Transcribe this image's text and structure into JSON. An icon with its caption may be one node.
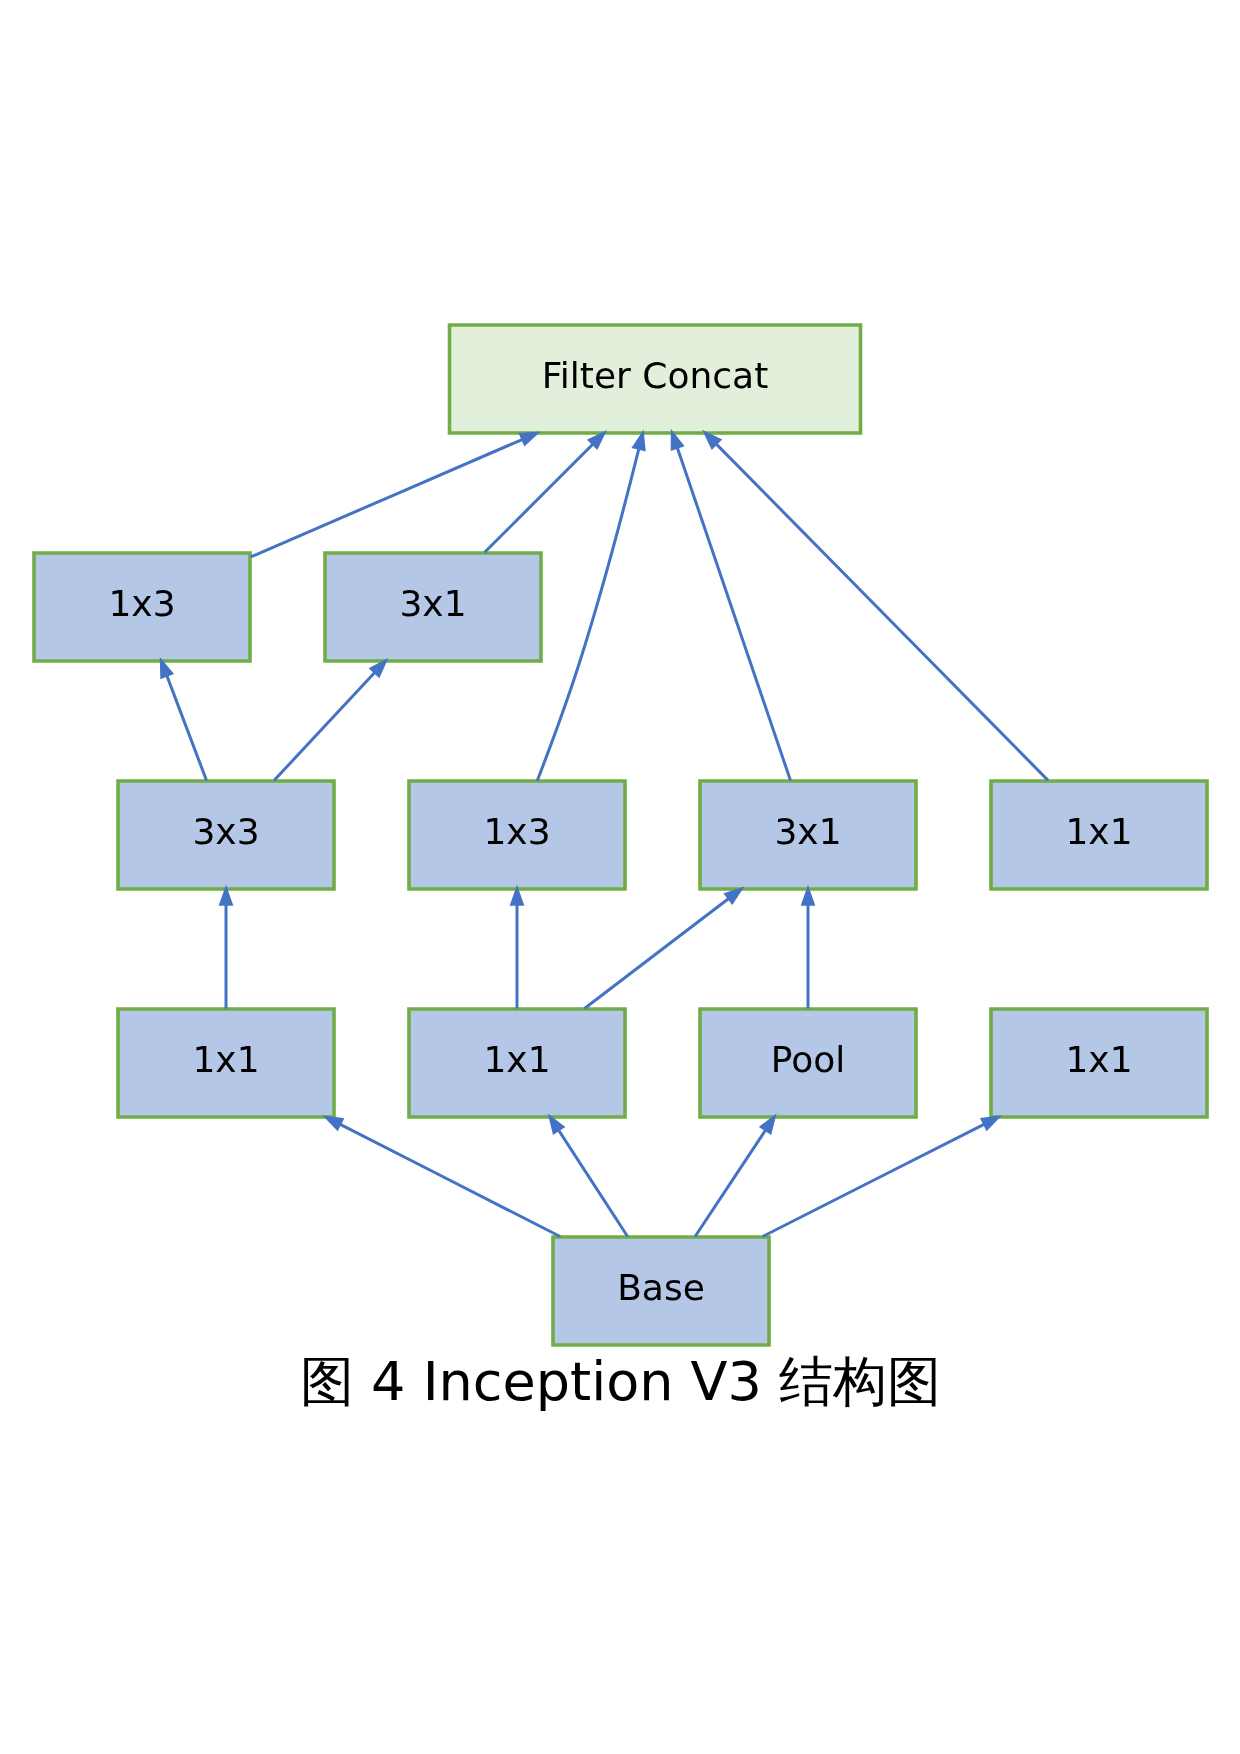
{
  "diagram": {
    "caption": "图 4 Inception V3 结构图",
    "nodes": [
      {
        "text": [
          "Filter Concat"
        ]
      },
      {
        "text": [
          "1x3"
        ]
      },
      {
        "text": [
          "3x1"
        ]
      },
      {
        "text": [
          "3x3"
        ]
      },
      {
        "text": [
          "1x3"
        ]
      },
      {
        "text": [
          "3x1"
        ]
      },
      {
        "text": [
          "1x1"
        ]
      },
      {
        "text": [
          "1x1"
        ]
      },
      {
        "text": [
          "1x1"
        ]
      },
      {
        "text": [
          "Pool"
        ]
      },
      {
        "text": [
          "1x1"
        ]
      },
      {
        "text": [
          "Base"
        ]
      }
    ],
    "edges": [
      {
        "from": 11,
        "to": 7,
        "arrow": "to"
      },
      {
        "from": 11,
        "to": 8,
        "arrow": "to"
      },
      {
        "from": 11,
        "to": 9,
        "arrow": "to"
      },
      {
        "from": 11,
        "to": 10,
        "arrow": "to"
      },
      {
        "from": 7,
        "to": 3,
        "arrow": "to"
      },
      {
        "from": 8,
        "to": 4,
        "arrow": "to"
      },
      {
        "from": 8,
        "to": 5,
        "arrow": "to"
      },
      {
        "from": 9,
        "to": 5,
        "arrow": "to"
      },
      {
        "from": 3,
        "to": 1,
        "arrow": "to"
      },
      {
        "from": 3,
        "to": 2,
        "arrow": "to"
      },
      {
        "from": 1,
        "to": 0,
        "arrow": "to"
      },
      {
        "from": 2,
        "to": 0,
        "arrow": "to"
      },
      {
        "from": 4,
        "to": 0,
        "arrow": "to"
      },
      {
        "from": 5,
        "to": 0,
        "arrow": "to"
      },
      {
        "from": 6,
        "to": 0,
        "arrow": "to"
      }
    ]
  }
}
